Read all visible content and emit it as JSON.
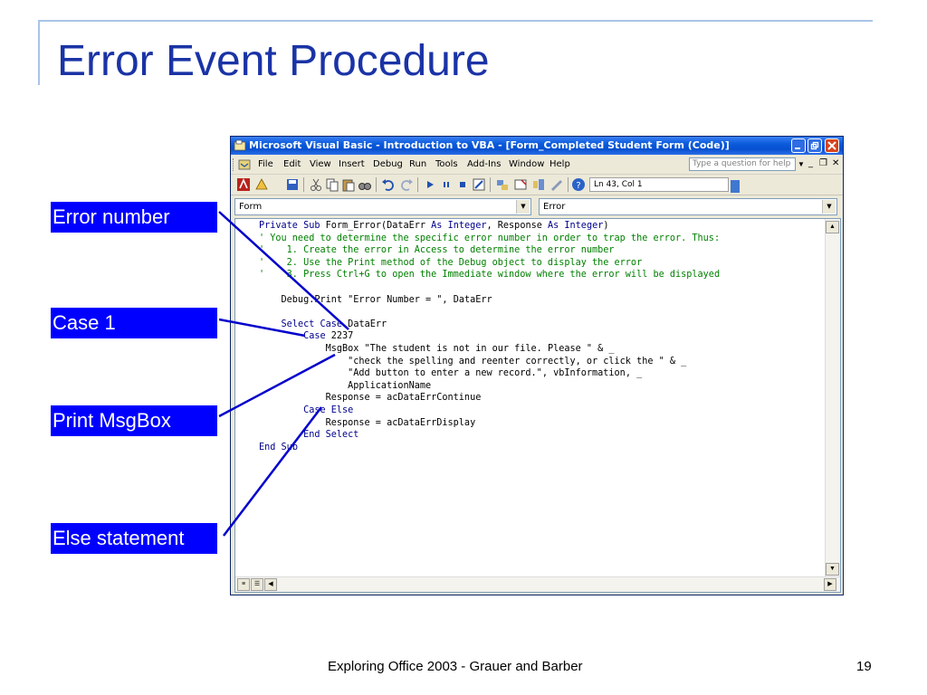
{
  "slide": {
    "title": "Error Event Procedure",
    "footer": "Exploring Office 2003 - Grauer and Barber",
    "page_number": "19"
  },
  "callouts": [
    {
      "label": "Error number"
    },
    {
      "label": "Case 1"
    },
    {
      "label": "Print MsgBox"
    },
    {
      "label": "Else statement"
    }
  ],
  "window": {
    "title": "Microsoft Visual Basic - Introduction to VBA - [Form_Completed Student Form (Code)]",
    "menu": [
      "File",
      "Edit",
      "View",
      "Insert",
      "Debug",
      "Run",
      "Tools",
      "Add-Ins",
      "Window",
      "Help"
    ],
    "help_placeholder": "Type a question for help",
    "cursor_position": "Ln 43, Col 1",
    "object_combo": "Form",
    "procedure_combo": "Error"
  },
  "code_lines": [
    {
      "text": "Private Sub Form_Error(DataErr As Integer, Response As Integer)",
      "kind": "code"
    },
    {
      "text": "' You need to determine the specific error number in order to trap the error. Thus:",
      "kind": "comment"
    },
    {
      "text": "'    1. Create the error in Access to determine the error number",
      "kind": "comment"
    },
    {
      "text": "'    2. Use the Print method of the Debug object to display the error",
      "kind": "comment"
    },
    {
      "text": "'    3. Press Ctrl+G to open the Immediate window where the error will be displayed",
      "kind": "comment"
    },
    {
      "text": "",
      "kind": "code"
    },
    {
      "text": "    Debug.Print \"Error Number = \", DataErr",
      "kind": "code"
    },
    {
      "text": "",
      "kind": "code"
    },
    {
      "text": "    Select Case DataErr",
      "kind": "code"
    },
    {
      "text": "        Case 2237",
      "kind": "code"
    },
    {
      "text": "            MsgBox \"The student is not in our file. Please \" & _",
      "kind": "code"
    },
    {
      "text": "                \"check the spelling and reenter correctly, or click the \" & _",
      "kind": "code"
    },
    {
      "text": "                \"Add button to enter a new record.\", vbInformation, _",
      "kind": "code"
    },
    {
      "text": "                ApplicationName",
      "kind": "code"
    },
    {
      "text": "            Response = acDataErrContinue",
      "kind": "code"
    },
    {
      "text": "        Case Else",
      "kind": "code"
    },
    {
      "text": "            Response = acDataErrDisplay",
      "kind": "code"
    },
    {
      "text": "        End Select",
      "kind": "code"
    },
    {
      "text": "End Sub",
      "kind": "code"
    }
  ],
  "colors": {
    "title": "#1a33a6",
    "callout_bg": "#0000ff",
    "keyword": "#00008b",
    "comment": "#008000",
    "pointer_line": "#0000cc"
  }
}
